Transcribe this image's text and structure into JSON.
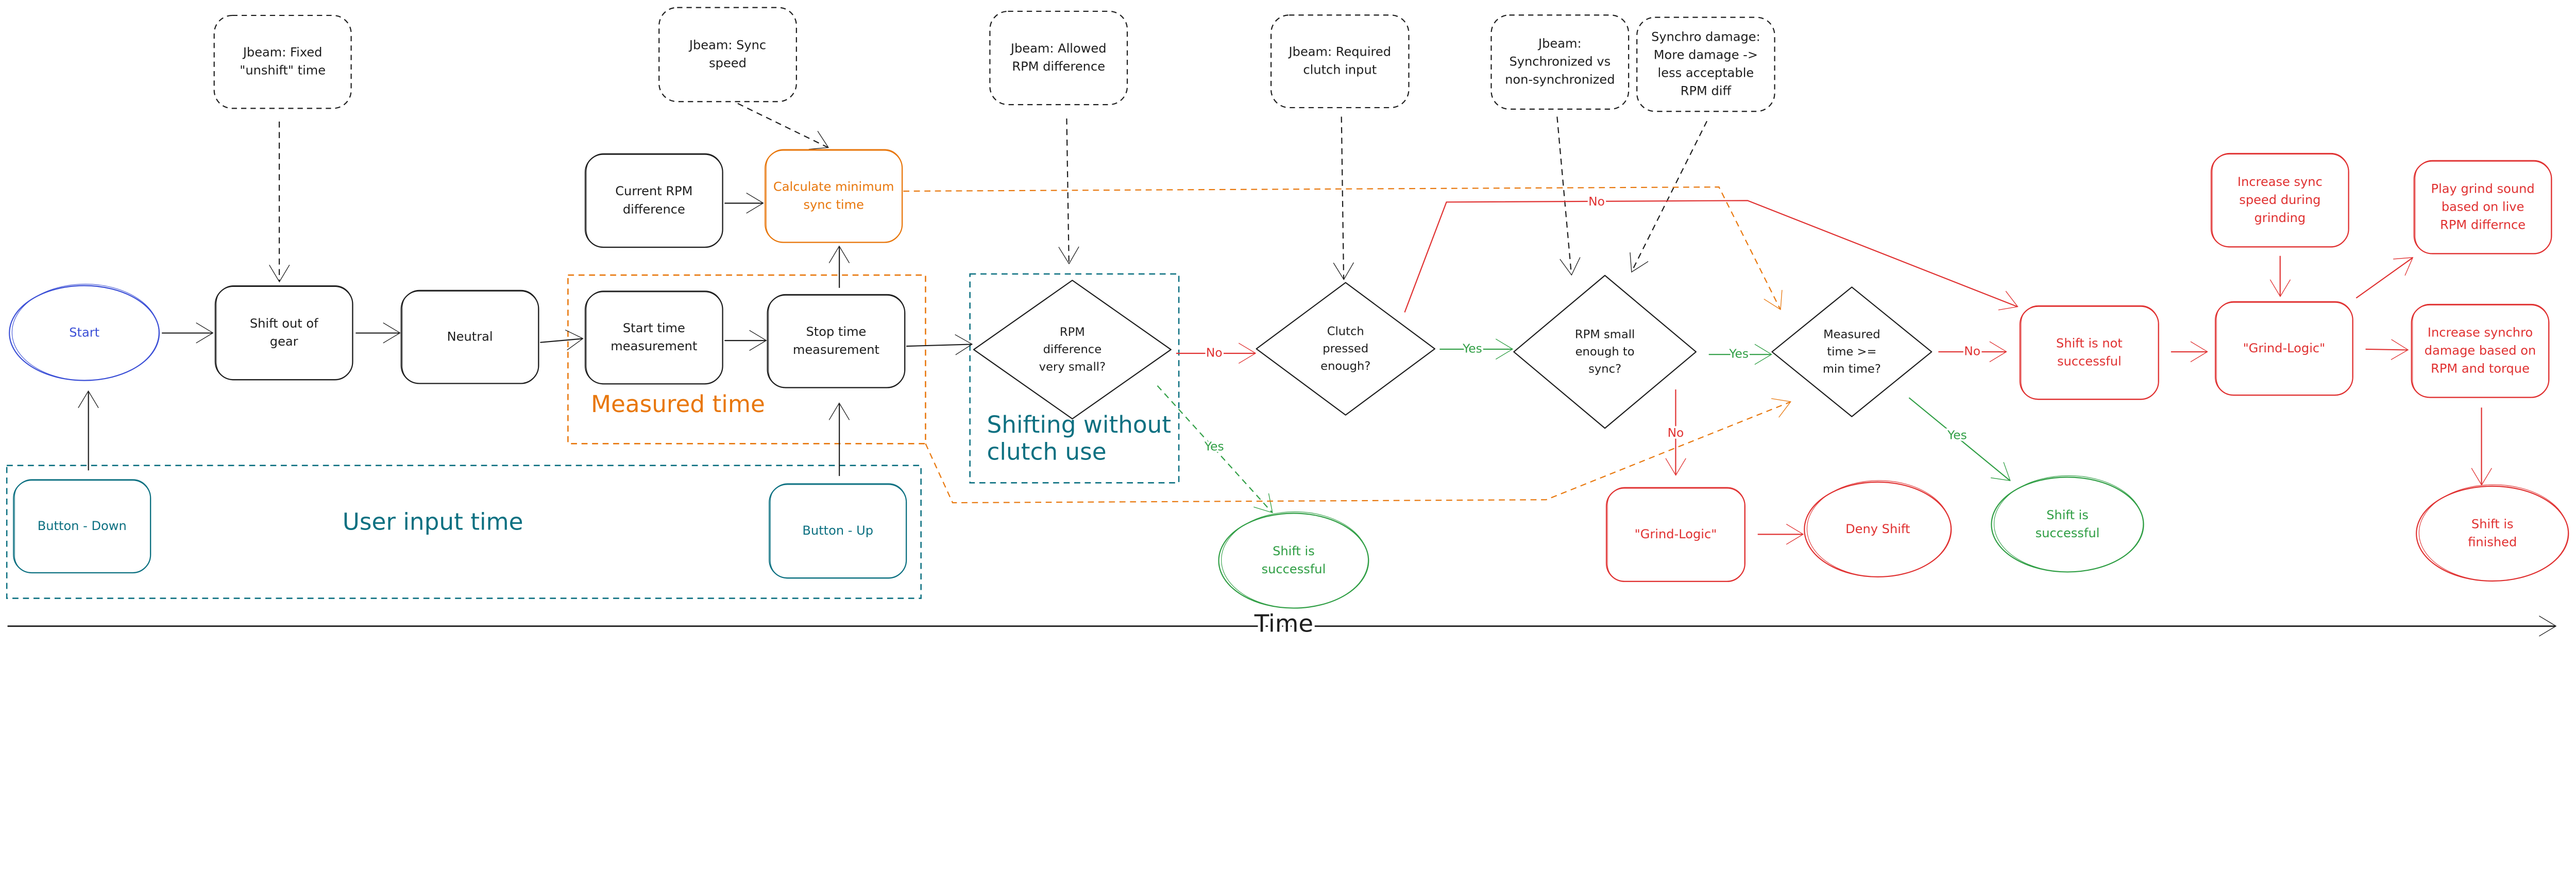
{
  "colors": {
    "black": "#1e1e1e",
    "blue": "#3b4fd6",
    "teal": "#0c7081",
    "orange": "#e8770c",
    "red": "#e03131",
    "green": "#2f9e44"
  },
  "nodes": {
    "start": {
      "lines": [
        "Start"
      ],
      "color": "blue",
      "shape": "ellipse"
    },
    "jbeam_fixed_unshift": {
      "lines": [
        "Jbeam: Fixed",
        "\"unshift\" time"
      ],
      "color": "black",
      "shape": "dashed-box"
    },
    "shift_out_of_gear": {
      "lines": [
        "Shift out of",
        "gear"
      ],
      "color": "black",
      "shape": "box"
    },
    "neutral": {
      "lines": [
        "Neutral"
      ],
      "color": "black",
      "shape": "box"
    },
    "current_rpm_difference": {
      "lines": [
        "Current RPM",
        "difference"
      ],
      "color": "black",
      "shape": "box"
    },
    "calculate_min_sync_time": {
      "lines": [
        "Calculate minimum",
        "sync time"
      ],
      "color": "orange",
      "shape": "box"
    },
    "jbeam_sync_speed": {
      "lines": [
        "Jbeam: Sync",
        "speed"
      ],
      "color": "black",
      "shape": "dashed-box"
    },
    "start_time_measurement": {
      "lines": [
        "Start time",
        "measurement"
      ],
      "color": "black",
      "shape": "box"
    },
    "stop_time_measurement": {
      "lines": [
        "Stop time",
        "measurement"
      ],
      "color": "black",
      "shape": "box"
    },
    "button_down": {
      "lines": [
        "Button - Down"
      ],
      "color": "teal",
      "shape": "box"
    },
    "button_up": {
      "lines": [
        "Button - Up"
      ],
      "color": "teal",
      "shape": "box"
    },
    "jbeam_allowed_rpm": {
      "lines": [
        "Jbeam: Allowed",
        "RPM difference"
      ],
      "color": "black",
      "shape": "dashed-box"
    },
    "rpm_difference_very_small": {
      "lines": [
        "RPM",
        "difference",
        "very small?"
      ],
      "color": "black",
      "shape": "diamond"
    },
    "jbeam_required_clutch": {
      "lines": [
        "Jbeam: Required",
        "clutch input"
      ],
      "color": "black",
      "shape": "dashed-box"
    },
    "clutch_pressed_enough": {
      "lines": [
        "Clutch",
        "pressed",
        "enough?"
      ],
      "color": "black",
      "shape": "diamond"
    },
    "jbeam_synchronized": {
      "lines": [
        "Jbeam:",
        "Synchronized vs",
        "non-synchronized"
      ],
      "color": "black",
      "shape": "dashed-box"
    },
    "synchro_damage_note": {
      "lines": [
        "Synchro damage:",
        "More damage ->",
        "less acceptable",
        "RPM diff"
      ],
      "color": "black",
      "shape": "dashed-box"
    },
    "rpm_small_enough": {
      "lines": [
        "RPM small",
        "enough to",
        "sync?"
      ],
      "color": "black",
      "shape": "diamond"
    },
    "measured_time_ge_min": {
      "lines": [
        "Measured",
        "time >=",
        "min time?"
      ],
      "color": "black",
      "shape": "diamond"
    },
    "shift_successful_1": {
      "lines": [
        "Shift is",
        "successful"
      ],
      "color": "green",
      "shape": "ellipse"
    },
    "grind_logic_1": {
      "lines": [
        "\"Grind-Logic\""
      ],
      "color": "red",
      "shape": "box"
    },
    "deny_shift": {
      "lines": [
        "Deny Shift"
      ],
      "color": "red",
      "shape": "ellipse"
    },
    "shift_successful_2": {
      "lines": [
        "Shift is",
        "successful"
      ],
      "color": "green",
      "shape": "ellipse"
    },
    "shift_not_successful": {
      "lines": [
        "Shift is not",
        "successful"
      ],
      "color": "red",
      "shape": "box"
    },
    "grind_logic_2": {
      "lines": [
        "\"Grind-Logic\""
      ],
      "color": "red",
      "shape": "box"
    },
    "increase_sync_speed": {
      "lines": [
        "Increase sync",
        "speed during",
        "grinding"
      ],
      "color": "red",
      "shape": "box"
    },
    "play_grind_sound": {
      "lines": [
        "Play grind sound",
        "based on live",
        "RPM differnce"
      ],
      "color": "red",
      "shape": "box"
    },
    "increase_synchro_damage": {
      "lines": [
        "Increase synchro",
        "damage based on",
        "RPM and torque"
      ],
      "color": "red",
      "shape": "box"
    },
    "shift_finished": {
      "lines": [
        "Shift is",
        "finished"
      ],
      "color": "red",
      "shape": "ellipse"
    }
  },
  "groups": {
    "measured_time": {
      "lines": [
        "Measured time"
      ],
      "color": "orange"
    },
    "user_input_time": {
      "lines": [
        "User input time"
      ],
      "color": "teal"
    },
    "shifting_without_clutch": {
      "lines": [
        "Shifting without",
        "clutch use"
      ],
      "color": "teal"
    }
  },
  "edge_labels": {
    "rpm_very_small_no": "No",
    "rpm_very_small_yes": "Yes",
    "clutch_yes": "Yes",
    "clutch_no": "No",
    "rpm_small_yes": "Yes",
    "rpm_small_no": "No",
    "measured_no": "No",
    "measured_yes": "Yes"
  },
  "time_axis": {
    "label": "Time"
  }
}
